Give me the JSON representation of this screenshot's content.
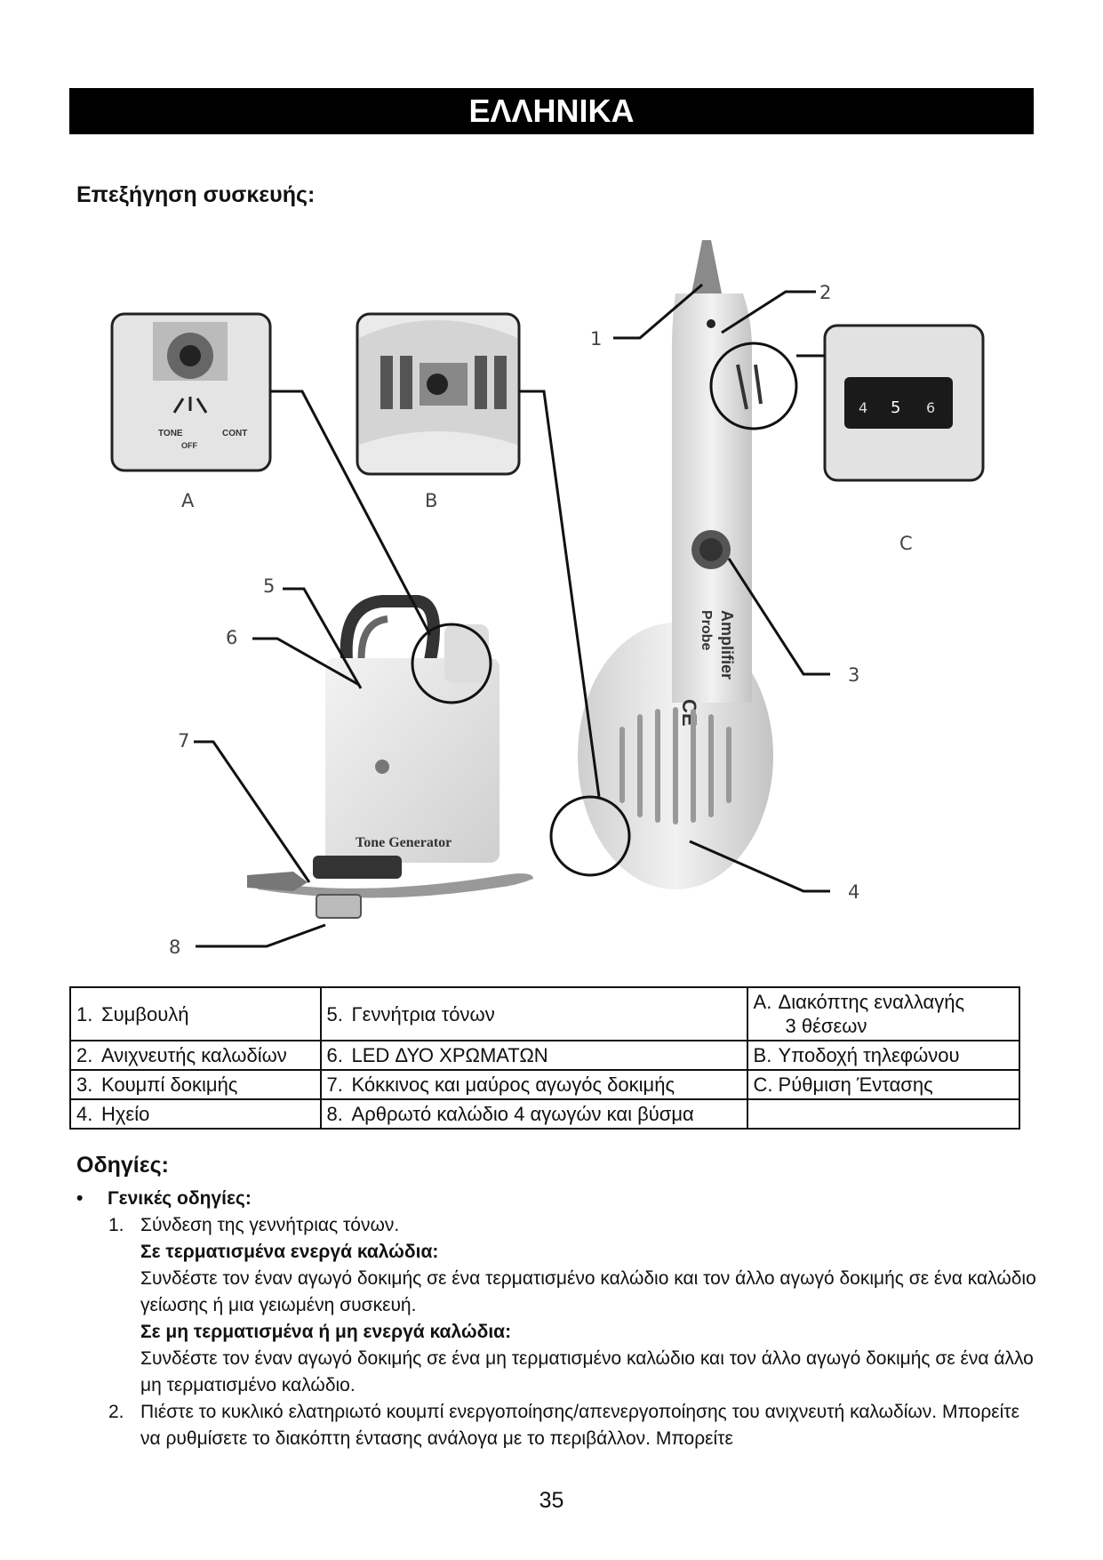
{
  "header": {
    "language_banner": "ΕΛΛΗΝΙΚΑ"
  },
  "sections": {
    "device_description": "Επεξήγηση συσκευής:",
    "instructions": "Οδηγίες:"
  },
  "figure": {
    "callouts": [
      "1",
      "2",
      "3",
      "4",
      "5",
      "6",
      "7",
      "8",
      "A",
      "B",
      "C"
    ],
    "tone_generator_label": "Tone Generator",
    "probe_label_1": "Amplifier",
    "probe_label_2": "Probe",
    "ce_mark": "CE",
    "switch_labels": [
      "TONE",
      "OFF",
      "CONT"
    ]
  },
  "legend": {
    "rows": [
      {
        "c1n": "1.",
        "c1": "Συμβουλή",
        "c2n": "5.",
        "c2": "Γεννήτρια τόνων",
        "c3n": "A.",
        "c3": "Διακόπτης εναλλαγής",
        "c3b": "3 θέσεων"
      },
      {
        "c1n": "2.",
        "c1": "Ανιχνευτής καλωδίων",
        "c2n": "6.",
        "c2": "LED ΔΥΟ ΧΡΩΜΑΤΩΝ",
        "c3n": "B.",
        "c3": "Υποδοχή τηλεφώνου"
      },
      {
        "c1n": "3.",
        "c1": "Κουμπί δοκιμής",
        "c2n": "7.",
        "c2": "Κόκκινος και μαύρος αγωγός δοκιμής",
        "c3n": "C.",
        "c3": "Ρύθμιση Έντασης"
      },
      {
        "c1n": "4.",
        "c1": "Ηχείο",
        "c2n": "8.",
        "c2": "Αρθρωτό καλώδιο 4 αγωγών και βύσμα",
        "c3n": "",
        "c3": ""
      }
    ]
  },
  "instructions": {
    "bullet": "•",
    "general": "Γενικές οδηγίες:",
    "item1_num": "1.",
    "item1_title": "Σύνδεση της γεννήτριας τόνων.",
    "terminated_heading": "Σε τερματισμένα ενεργά καλώδια:",
    "terminated_text": "Συνδέστε τον έναν αγωγό δοκιμής σε ένα τερματισμένο καλώδιο και τον άλλο αγωγό δοκιμής σε ένα καλώδιο γείωσης ή μια γειωμένη συσκευή.",
    "unterminated_heading": "Σε μη τερματισμένα ή μη ενεργά καλώδια:",
    "unterminated_text": "Συνδέστε τον έναν αγωγό δοκιμής σε ένα μη τερματισμένο καλώδιο και τον άλλο αγωγό δοκιμής σε ένα άλλο μη τερματισμένο καλώδιο.",
    "item2_num": "2.",
    "item2_text": "Πιέστε το κυκλικό ελατηριωτό κουμπί ενεργοποίησης/απενεργοποίησης του ανιχνευτή καλωδίων. Μπορείτε να ρυθμίσετε το διακόπτη έντασης ανάλογα με το περιβάλλον. Μπορείτε"
  },
  "footer": {
    "page_number": "35"
  }
}
